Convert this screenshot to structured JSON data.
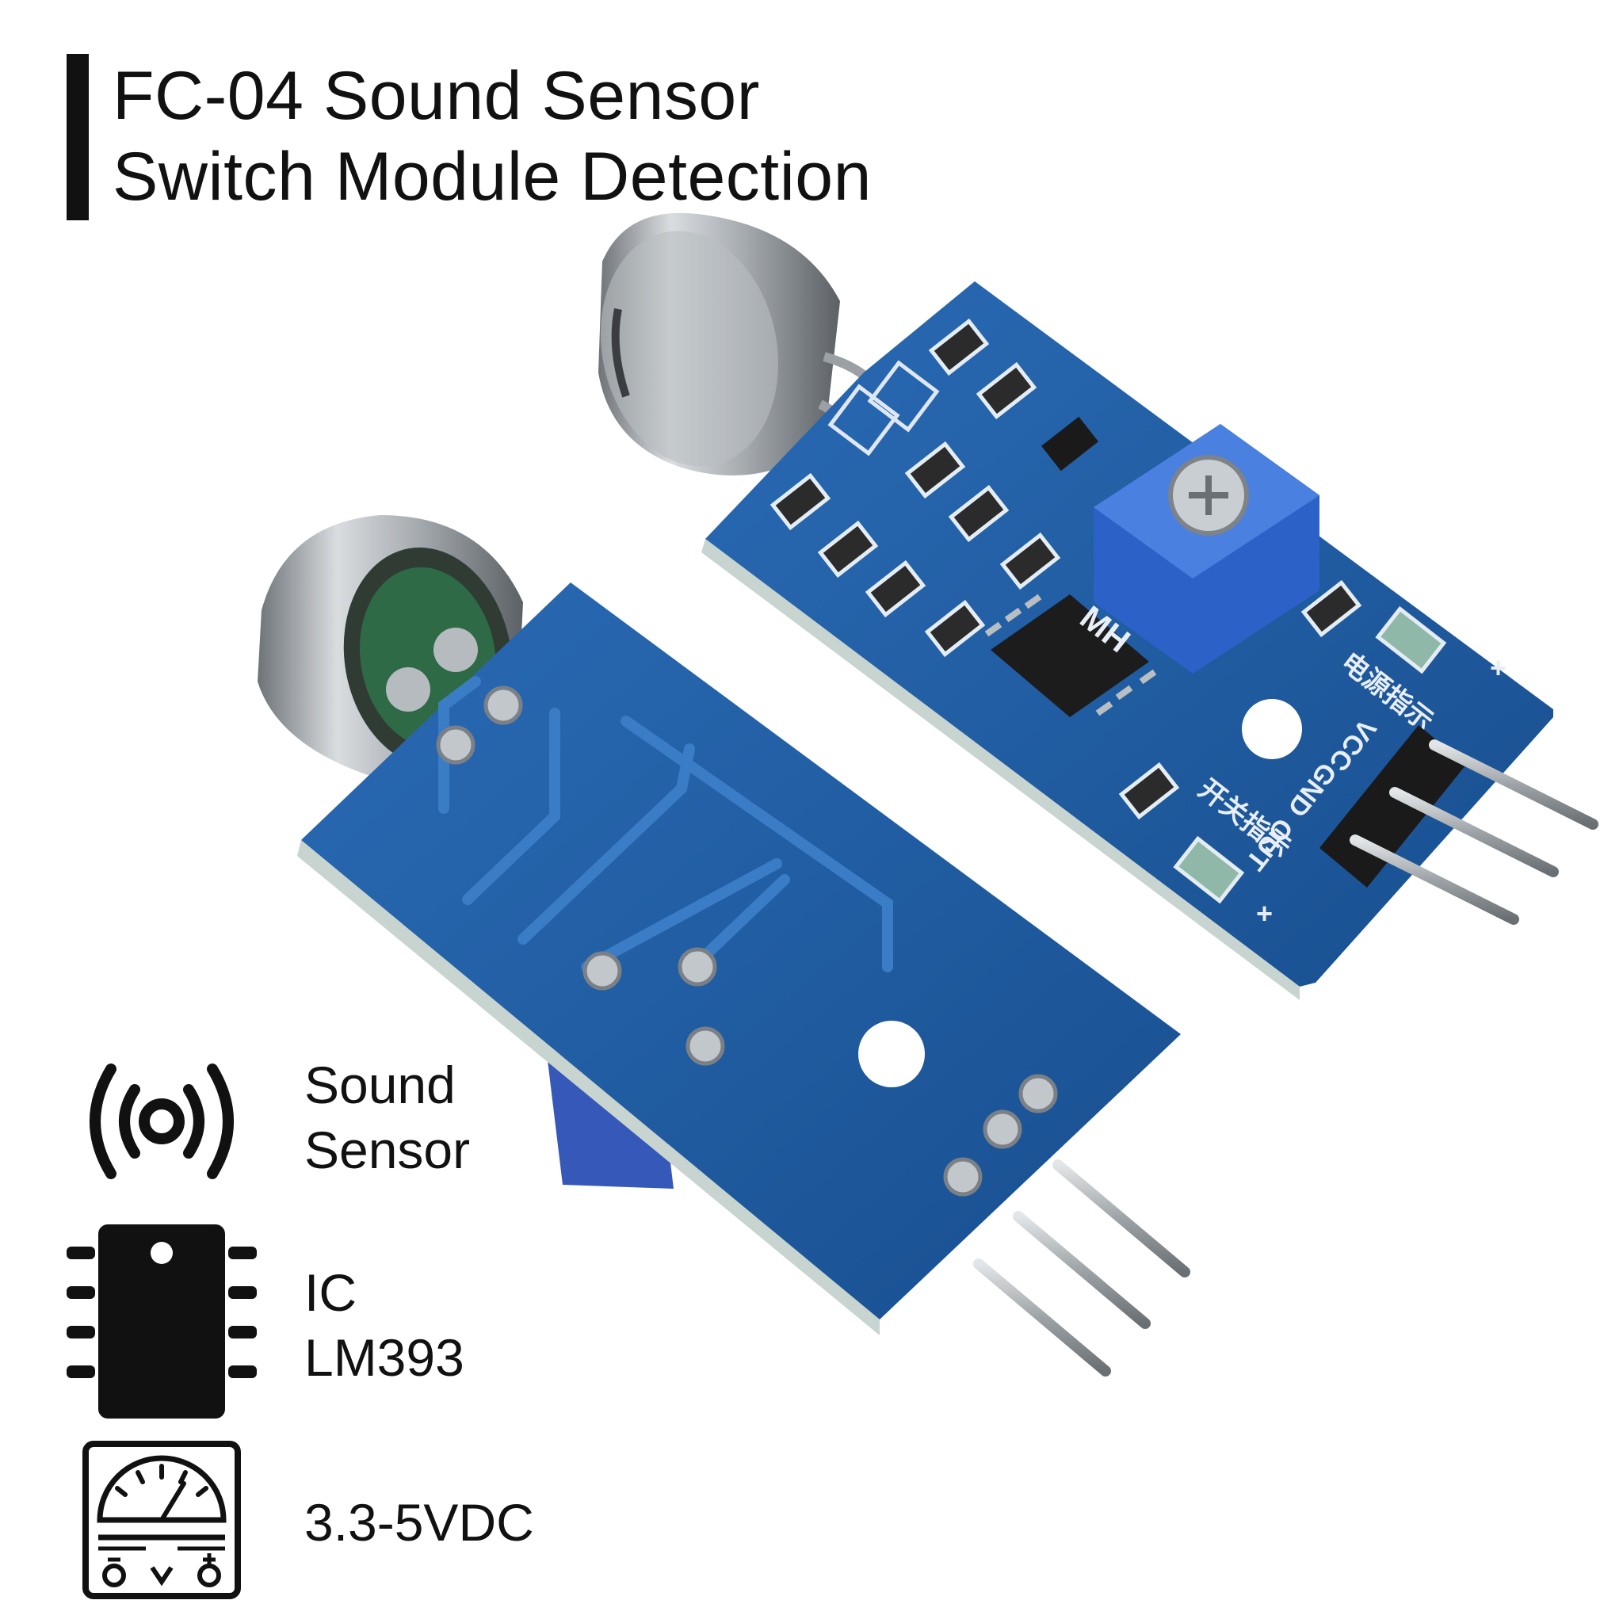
{
  "title": {
    "line1": "FC-04 Sound Sensor",
    "line2": "Switch Module Detection"
  },
  "board_labels": {
    "vcc": "VCC",
    "gnd": "GND",
    "out": "OUT",
    "mh": "MH",
    "plus": "+",
    "power_led": "电源指示",
    "switch_led": "开关指示"
  },
  "features": [
    {
      "icon": "sound-waves-icon",
      "line1": "Sound",
      "line2": "Sensor"
    },
    {
      "icon": "ic-chip-icon",
      "line1": "IC",
      "line2": "LM393"
    },
    {
      "icon": "voltmeter-icon",
      "line1": "3.3-5VDC",
      "line2": ""
    }
  ],
  "colors": {
    "pcb_blue": "#1f5fa8",
    "pcb_dark": "#154a86",
    "potentiometer_blue": "#2c62c7",
    "text": "#111111"
  }
}
